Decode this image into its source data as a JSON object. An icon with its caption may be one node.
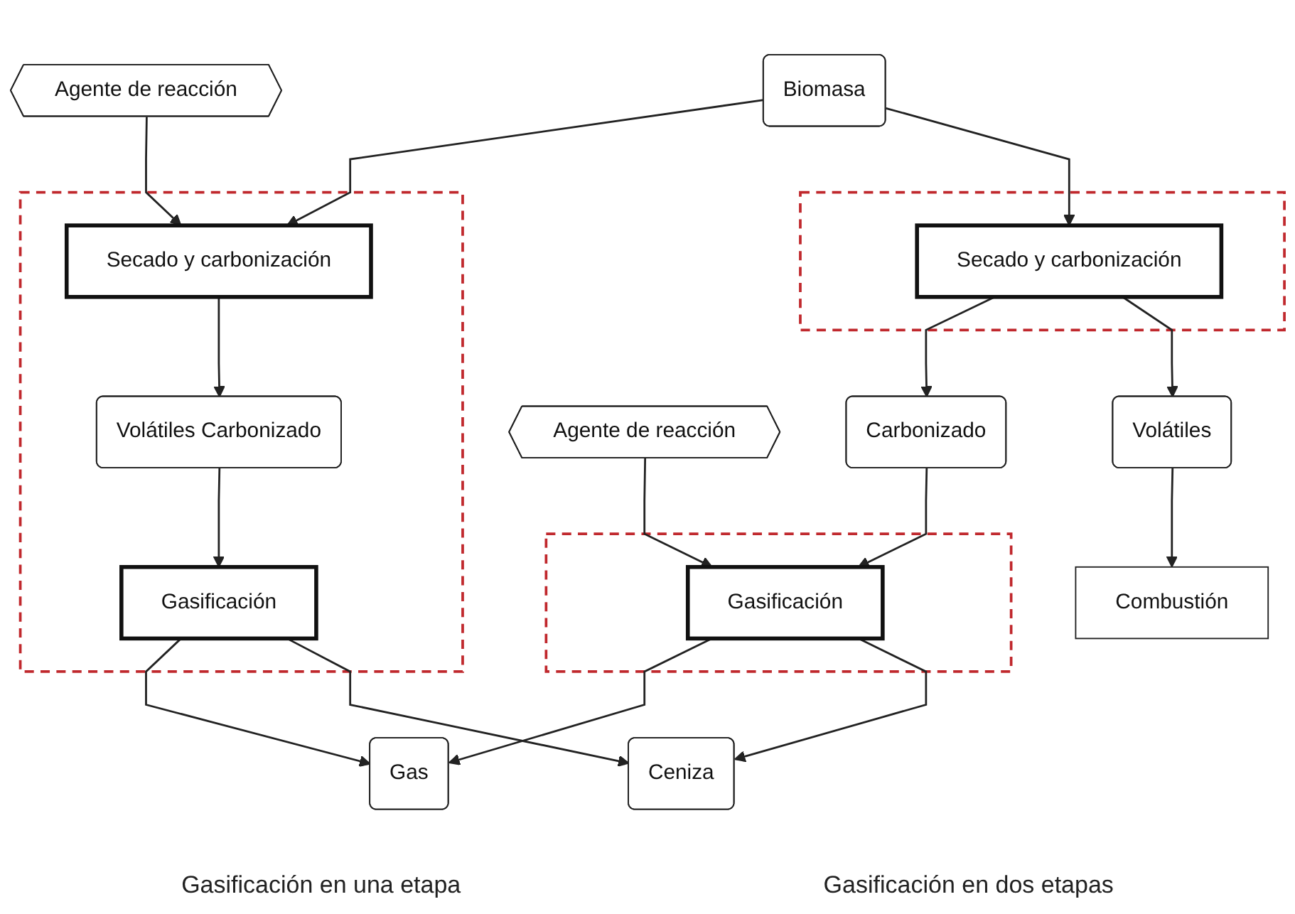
{
  "diagram": {
    "nodes": [
      {
        "text": [
          "Biomasa"
        ]
      },
      {
        "text": [
          "Agente de reacción"
        ]
      },
      {
        "text": [],
        "shape": "box"
      },
      {
        "text": [
          "Secado y carbonización"
        ],
        "in": 2
      },
      {
        "text": [
          "Volátiles Carbonizado"
        ],
        "in": 2
      },
      {
        "text": [
          "Gasificación"
        ],
        "in": 2
      },
      {
        "text": [],
        "shape": "box"
      },
      {
        "text": [
          "Secado y carbonización"
        ],
        "in": 6
      },
      {
        "text": [
          "Combustión"
        ]
      },
      {
        "text": [
          "Carbonizado"
        ]
      },
      {
        "text": [
          "Volátiles"
        ]
      },
      {
        "text": [],
        "shape": "box"
      },
      {
        "text": [
          "Gasificación"
        ],
        "in": 11
      },
      {
        "text": [
          "Agente de reacción"
        ]
      },
      {
        "text": [
          "Gas"
        ]
      },
      {
        "text": [
          "Ceniza"
        ]
      }
    ],
    "edges": [
      {
        "from": 0,
        "to": 3,
        "arrow": "to"
      },
      {
        "from": 0,
        "to": 7,
        "arrow": "to"
      },
      {
        "from": 1,
        "to": 3,
        "arrow": "to"
      },
      {
        "from": 3,
        "to": 4,
        "arrow": "to"
      },
      {
        "from": 4,
        "to": 5,
        "arrow": "to"
      },
      {
        "from": 7,
        "to": 9,
        "arrow": "to"
      },
      {
        "from": 7,
        "to": 10,
        "arrow": "to"
      },
      {
        "from": 10,
        "to": 8,
        "arrow": "to"
      },
      {
        "from": 9,
        "to": 12,
        "arrow": "to"
      },
      {
        "from": 13,
        "to": 12,
        "arrow": "to"
      },
      {
        "from": 5,
        "to": 14,
        "arrow": "to"
      },
      {
        "from": 5,
        "to": 15,
        "arrow": "to"
      },
      {
        "from": 12,
        "to": 14,
        "arrow": "to"
      },
      {
        "from": 12,
        "to": 15,
        "arrow": "to"
      }
    ],
    "labels": [
      "Gasificación en una etapa",
      "Gasificación en dos etapas"
    ]
  }
}
